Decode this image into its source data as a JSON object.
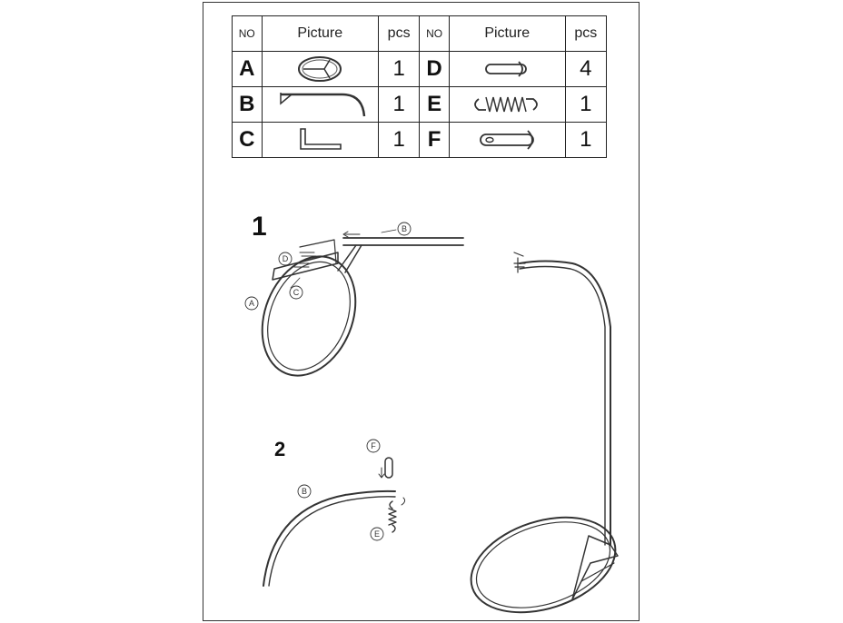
{
  "table": {
    "headers": {
      "no": "NO",
      "picture": "Picture",
      "pcs": "pcs"
    },
    "rows": [
      {
        "left": {
          "no": "A",
          "pcs": "1",
          "icon": "oval-frame-icon"
        },
        "right": {
          "no": "D",
          "pcs": "4",
          "icon": "pin-bolt-icon"
        }
      },
      {
        "left": {
          "no": "B",
          "pcs": "1",
          "icon": "curved-arm-icon"
        },
        "right": {
          "no": "E",
          "pcs": "1",
          "icon": "spring-icon"
        }
      },
      {
        "left": {
          "no": "C",
          "pcs": "1",
          "icon": "allen-key-icon"
        },
        "right": {
          "no": "F",
          "pcs": "1",
          "icon": "hanging-pin-icon"
        }
      }
    ]
  },
  "steps": {
    "step1": "1",
    "step2": "2"
  },
  "callouts": {
    "a": "A",
    "b": "B",
    "c": "C",
    "d": "D",
    "e": "E",
    "f": "F"
  }
}
